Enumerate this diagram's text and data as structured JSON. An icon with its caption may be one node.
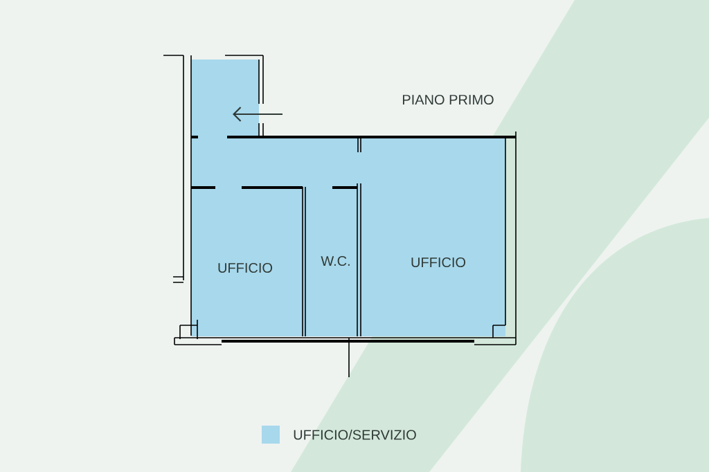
{
  "diagram": {
    "title": "PIANO PRIMO",
    "nodes": [
      {
        "text": [
          "UFFICIO"
        ]
      },
      {
        "text": [
          "W.C."
        ]
      },
      {
        "text": [
          "UFFICIO"
        ]
      }
    ],
    "edges": [],
    "legend": [
      {
        "text": "UFFICIO/SERVIZIO",
        "color": "#a8d8ec"
      }
    ]
  }
}
